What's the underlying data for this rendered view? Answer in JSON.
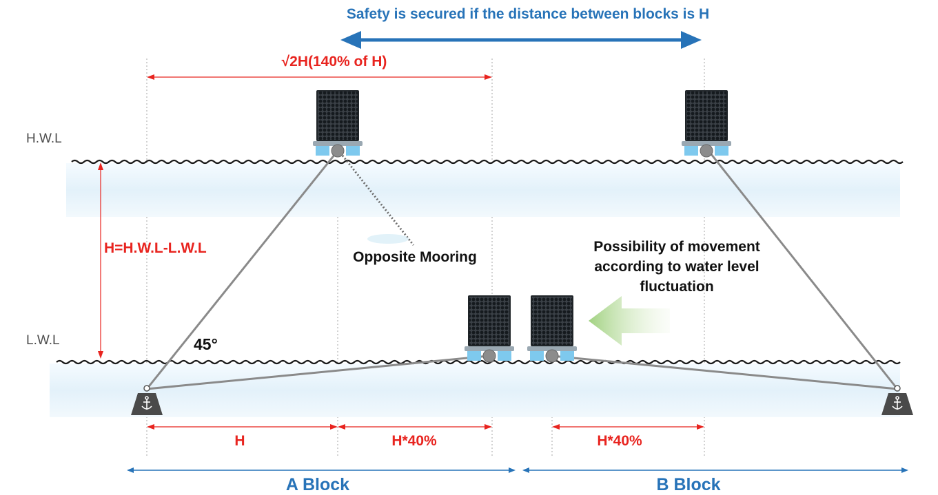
{
  "title": "Safety is secured if the distance between blocks is H",
  "diagonal_label": "√2H(140% of H)",
  "water_levels": {
    "high": "H.W.L",
    "low": "L.W.L",
    "depth_formula": "H=H.W.L-L.W.L"
  },
  "angle_label": "45°",
  "annotations": {
    "opposite_mooring": "Opposite Mooring",
    "movement": [
      "Possibility of movement",
      "according to water level",
      "fluctuation"
    ]
  },
  "spans": {
    "h": "H",
    "h40_a": "H*40%",
    "h40_b": "H*40%"
  },
  "blocks": {
    "a": "A Block",
    "b": "B Block"
  },
  "anchor_icon": "anchor-icon",
  "colors": {
    "accent_blue": "#2773b8",
    "dimension_red": "#e8241f",
    "water": "#e7f3fb",
    "panel": "#1f2428",
    "float": "#7ec9ee"
  }
}
